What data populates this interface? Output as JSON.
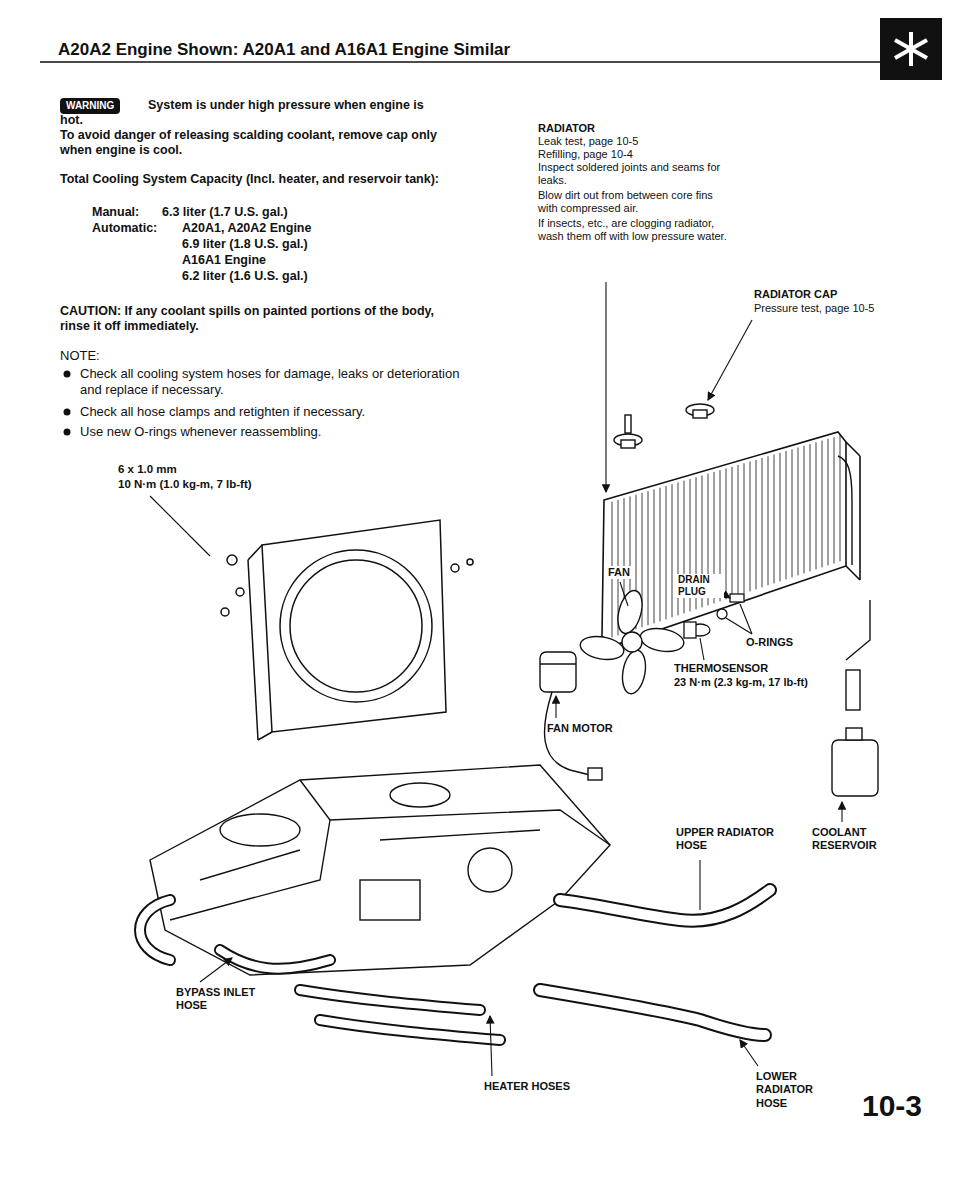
{
  "diagram": {
    "title": "A20A2 Engine Shown: A20A1 and A16A1 Engine Similar",
    "labels": [
      "WARNING",
      "System is under high pressure when engine is hot.",
      "To avoid danger of releasing scalding coolant, remove cap only when engine is cool.",
      "Total Cooling System Capacity (Incl. heater, and reservoir tank):",
      "Manual:",
      "6.3 liter (1.7 U.S. gal.)",
      "Automatic:",
      "A20A1, A20A2 Engine",
      "6.9 liter (1.8 U.S. gal.)",
      "A16A1 Engine",
      "6.2 liter (1.6 U.S. gal.)",
      "CAUTION: If any coolant spills on painted portions of the body, rinse it off immediately.",
      "NOTE:",
      "Check all cooling system hoses for damage, leaks or deterioration and replace if necessary.",
      "Check all hose clamps and retighten if necessary.",
      "Use new O-rings whenever reassembling.",
      "6 x 1.0 mm",
      "10 N·m (1.0 kg-m, 7 lb-ft)",
      "RADIATOR",
      "Leak test, page 10-5",
      "Refilling, page 10-4",
      "Inspect soldered joints and seams for leaks.",
      "Blow dirt out from between core fins with compressed air.",
      "If insects, etc., are clogging radiator, wash them off with low pressure water.",
      "RADIATOR CAP",
      "Pressure test, page 10-5",
      "FAN",
      "DRAIN PLUG",
      "O-RINGS",
      "THERMOSENSOR",
      "23 N·m (2.3 kg-m, 17 lb-ft)",
      "FAN MOTOR",
      "UPPER RADIATOR HOSE",
      "COOLANT RESERVOIR",
      "BYPASS INLET HOSE",
      "HEATER HOSES",
      "LOWER RADIATOR HOSE",
      "10-3"
    ]
  }
}
